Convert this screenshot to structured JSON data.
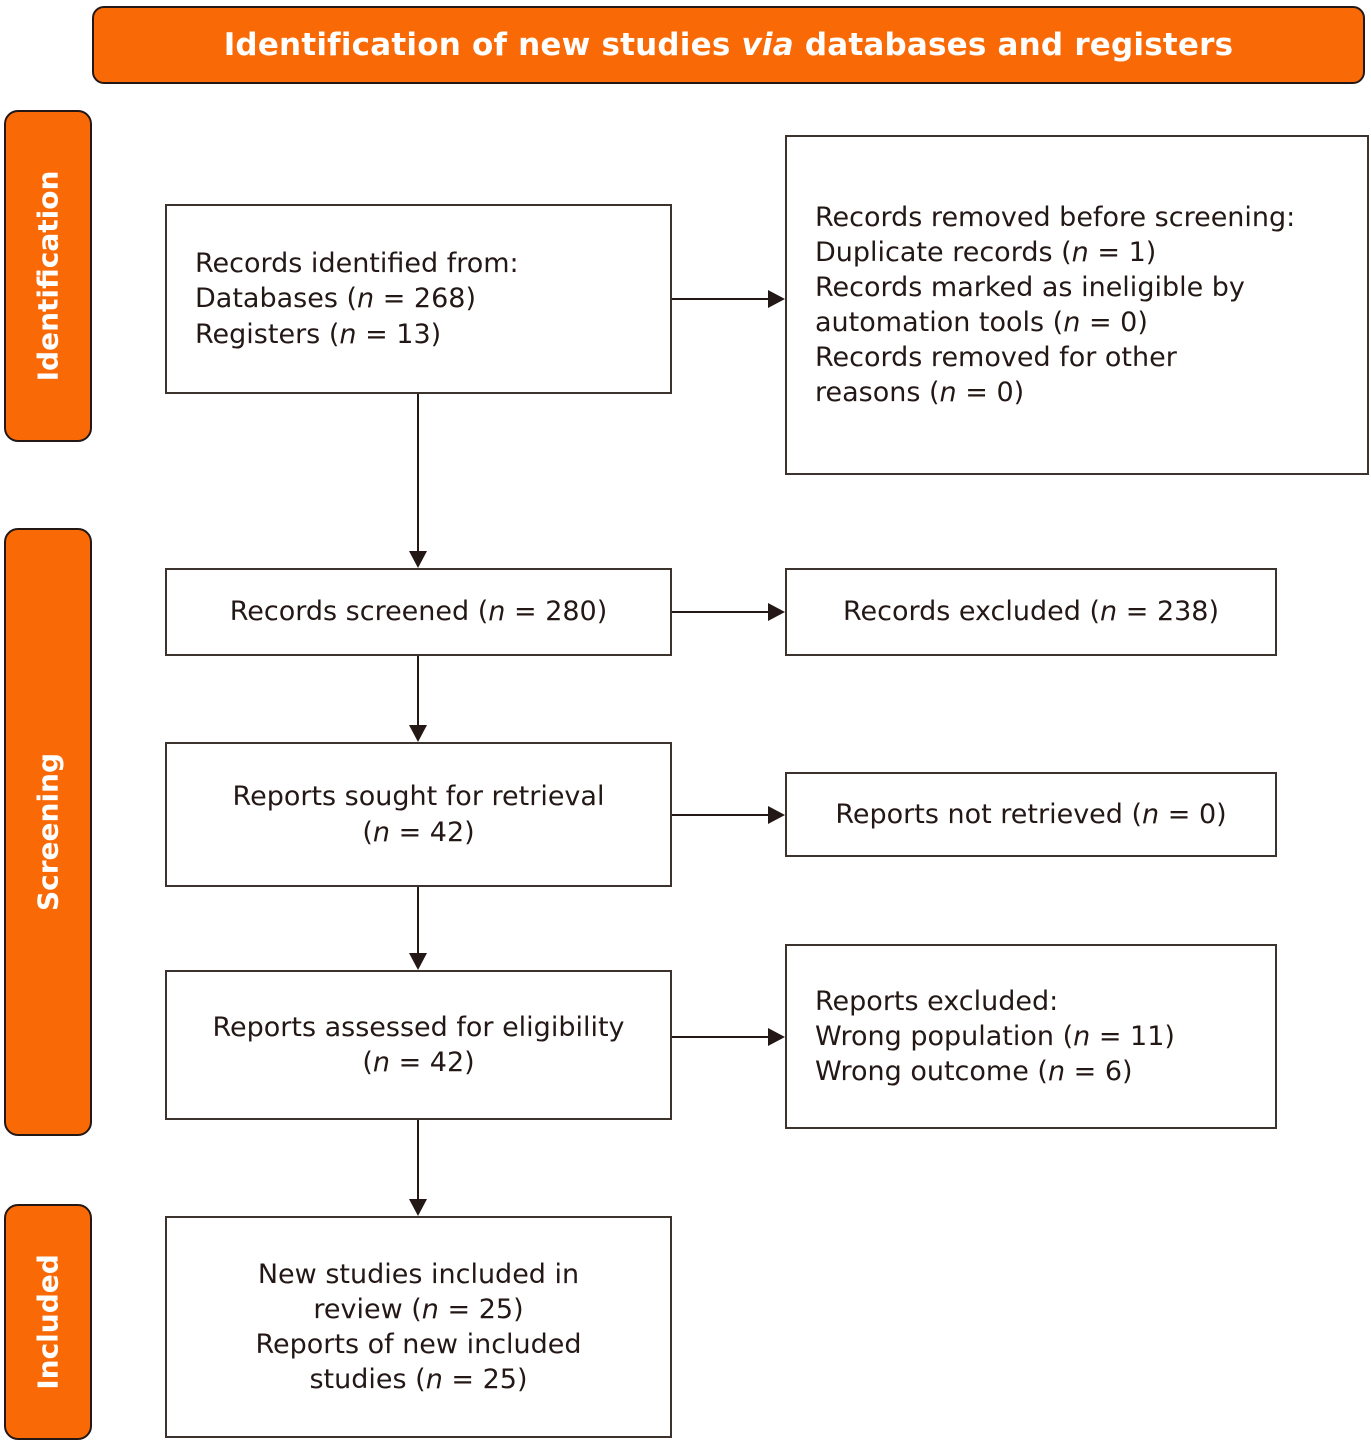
{
  "banner": {
    "text_before": "Identification of new studies ",
    "text_italic": "via",
    "text_after": " databases and registers"
  },
  "stages": {
    "identification": "Identification",
    "screening": "Screening",
    "included": "Included"
  },
  "boxes": {
    "identified": {
      "line1": "Records identified from:",
      "line2_label": "Databases (",
      "line2_italic": "n",
      "line2_value": " = 268)",
      "line3_label": "Registers (",
      "line3_italic": "n",
      "line3_value": " = 13)"
    },
    "removed": {
      "line1": "Records removed before screening:",
      "line2_label": "Duplicate records (",
      "line2_italic": "n",
      "line2_value": " = 1)",
      "line3_label": "Records marked as ineligible by",
      "line4_label": "automation tools (",
      "line4_italic": "n",
      "line4_value": " = 0)",
      "line5_label": "Records removed for other",
      "line6_label": "reasons (",
      "line6_italic": "n",
      "line6_value": " = 0)"
    },
    "screened": {
      "label": "Records screened (",
      "italic": "n",
      "value": " = 280)"
    },
    "excluded": {
      "label": "Records excluded (",
      "italic": "n",
      "value": " = 238)"
    },
    "sought": {
      "line1": "Reports sought for retrieval",
      "line2_label": "(",
      "line2_italic": "n",
      "line2_value": " = 42)"
    },
    "not_retrieved": {
      "label": "Reports not retrieved (",
      "italic": "n",
      "value": " = 0)"
    },
    "assessed": {
      "line1": "Reports assessed for eligibility",
      "line2_label": "(",
      "line2_italic": "n",
      "line2_value": " = 42)"
    },
    "reports_excluded": {
      "line1": "Reports excluded:",
      "line2_label": "Wrong population (",
      "line2_italic": "n",
      "line2_value": " = 11)",
      "line3_label": "Wrong outcome (",
      "line3_italic": "n",
      "line3_value": " = 6)"
    },
    "new_studies": {
      "line1": "New studies included in",
      "line2_label": "review (",
      "line2_italic": "n",
      "line2_value": " = 25)",
      "line3": "Reports of new included",
      "line4_label": "studies (",
      "line4_italic": "n",
      "line4_value": " = 25)"
    }
  },
  "colors": {
    "accent_orange": "#F96A07",
    "box_border": "#3C322E",
    "text": "#231815",
    "banner_text": "#FFFFFF"
  },
  "chart_data": {
    "type": "diagram",
    "title": "Identification of new studies via databases and registers",
    "flow": "PRISMA 2020 flow diagram",
    "stages": [
      "Identification",
      "Screening",
      "Included"
    ],
    "nodes": [
      {
        "id": "identified",
        "stage": "Identification",
        "label": "Records identified from: Databases (n = 268); Registers (n = 13)",
        "n_databases": 268,
        "n_registers": 13
      },
      {
        "id": "removed",
        "stage": "Identification",
        "label": "Records removed before screening: Duplicate records (n = 1); Records marked as ineligible by automation tools (n = 0); Records removed for other reasons (n = 0)",
        "n_duplicate": 1,
        "n_automation": 0,
        "n_other": 0
      },
      {
        "id": "screened",
        "stage": "Screening",
        "label": "Records screened (n = 280)",
        "n": 280
      },
      {
        "id": "excluded",
        "stage": "Screening",
        "label": "Records excluded (n = 238)",
        "n": 238
      },
      {
        "id": "sought",
        "stage": "Screening",
        "label": "Reports sought for retrieval (n = 42)",
        "n": 42
      },
      {
        "id": "not_retrieved",
        "stage": "Screening",
        "label": "Reports not retrieved (n = 0)",
        "n": 0
      },
      {
        "id": "assessed",
        "stage": "Screening",
        "label": "Reports assessed for eligibility (n = 42)",
        "n": 42
      },
      {
        "id": "reports_excluded",
        "stage": "Screening",
        "label": "Reports excluded: Wrong population (n = 11); Wrong outcome (n = 6)",
        "n_wrong_population": 11,
        "n_wrong_outcome": 6
      },
      {
        "id": "new_studies",
        "stage": "Included",
        "label": "New studies included in review (n = 25); Reports of new included studies (n = 25)",
        "n_studies": 25,
        "n_reports": 25
      }
    ],
    "edges": [
      {
        "from": "identified",
        "to": "removed",
        "direction": "right"
      },
      {
        "from": "identified",
        "to": "screened",
        "direction": "down"
      },
      {
        "from": "screened",
        "to": "excluded",
        "direction": "right"
      },
      {
        "from": "screened",
        "to": "sought",
        "direction": "down"
      },
      {
        "from": "sought",
        "to": "not_retrieved",
        "direction": "right"
      },
      {
        "from": "sought",
        "to": "assessed",
        "direction": "down"
      },
      {
        "from": "assessed",
        "to": "reports_excluded",
        "direction": "right"
      },
      {
        "from": "assessed",
        "to": "new_studies",
        "direction": "down"
      }
    ]
  }
}
